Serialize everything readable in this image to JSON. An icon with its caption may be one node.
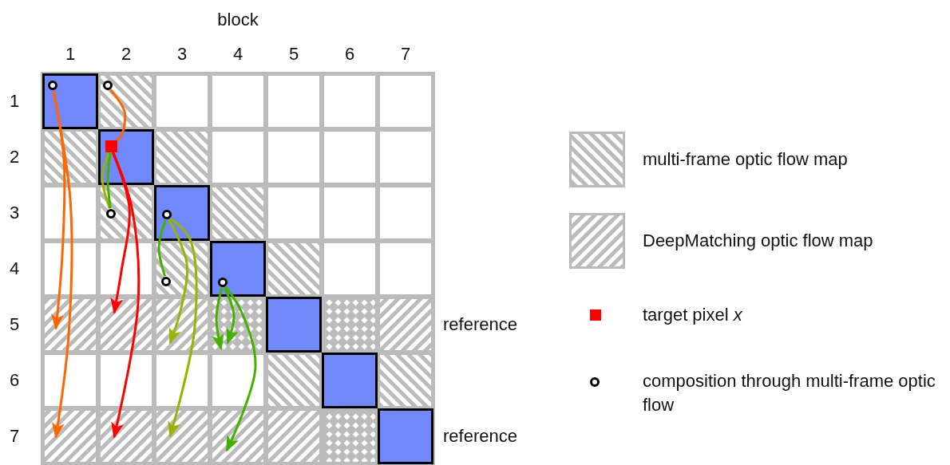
{
  "diagram": {
    "nodes": [
      {
        "text": [],
        "shape": "circle"
      },
      {
        "text": [],
        "shape": "circle"
      },
      {
        "text": [],
        "shape": "box"
      },
      {
        "text": [],
        "shape": "circle"
      },
      {
        "text": [],
        "shape": "circle"
      },
      {
        "text": [],
        "shape": "circle"
      },
      {
        "text": [],
        "shape": "circle"
      }
    ],
    "edges": [
      {
        "from": 0,
        "to": null,
        "arrow": "to",
        "color": "#ff6600"
      },
      {
        "from": 0,
        "to": null,
        "arrow": "to",
        "color": "#ff6600"
      },
      {
        "from": 1,
        "to": 2,
        "arrow": "none",
        "color": "#ff6600"
      },
      {
        "from": 2,
        "to": null,
        "arrow": "to",
        "color": "#ff0000"
      },
      {
        "from": 2,
        "to": null,
        "arrow": "to",
        "color": "#ff0000"
      },
      {
        "from": 2,
        "to": 3,
        "arrow": "none",
        "color": "#99b300"
      },
      {
        "from": 2,
        "to": 3,
        "arrow": "none"
      },
      {
        "from": 4,
        "to": 5,
        "arrow": "none"
      },
      {
        "from": 4,
        "to": null,
        "arrow": "to",
        "color": "#99b300"
      },
      {
        "from": 4,
        "to": null,
        "arrow": "to",
        "color": "#99b300"
      },
      {
        "from": 6,
        "to": null,
        "arrow": "to"
      },
      {
        "from": 6,
        "to": null,
        "arrow": "to"
      },
      {
        "from": 6,
        "to": null,
        "arrow": "to"
      }
    ],
    "labels": [
      "block",
      "1",
      "2",
      "3",
      "4",
      "5",
      "6",
      "7",
      "1",
      "2",
      "3",
      "4",
      "5",
      "reference",
      "6",
      "7",
      "reference"
    ],
    "legend": [
      {
        "text": "multi-frame optic flow map"
      },
      {
        "text": "DeepMatching optic flow map"
      },
      {
        "text": "target pixel *x*",
        "color": "#ff0000"
      },
      {
        "text": "composition through multi-frame optic flow"
      }
    ]
  }
}
